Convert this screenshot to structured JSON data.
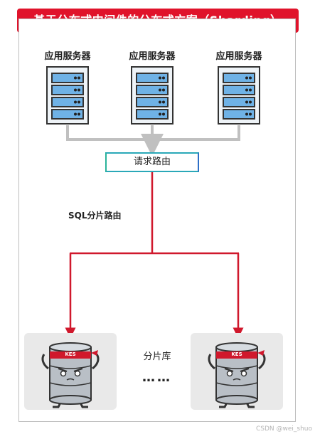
{
  "title": "基于分布式中间件的分布式方案（Sharding）",
  "servers": [
    {
      "label": "应用服务器"
    },
    {
      "label": "应用服务器"
    },
    {
      "label": "应用服务器"
    }
  ],
  "router": {
    "label": "请求路由"
  },
  "routing_edge_label": "SQL分片路由",
  "shards": {
    "label": "分片库",
    "ellipsis": "……",
    "badge": "KES"
  },
  "watermark": "CSDN @wei_shuo",
  "colors": {
    "title_bg": "#e0132b",
    "server_arrow": "#c0c0c0",
    "shard_arrow": "#d0182c",
    "router_border": "#2aa8b8"
  }
}
